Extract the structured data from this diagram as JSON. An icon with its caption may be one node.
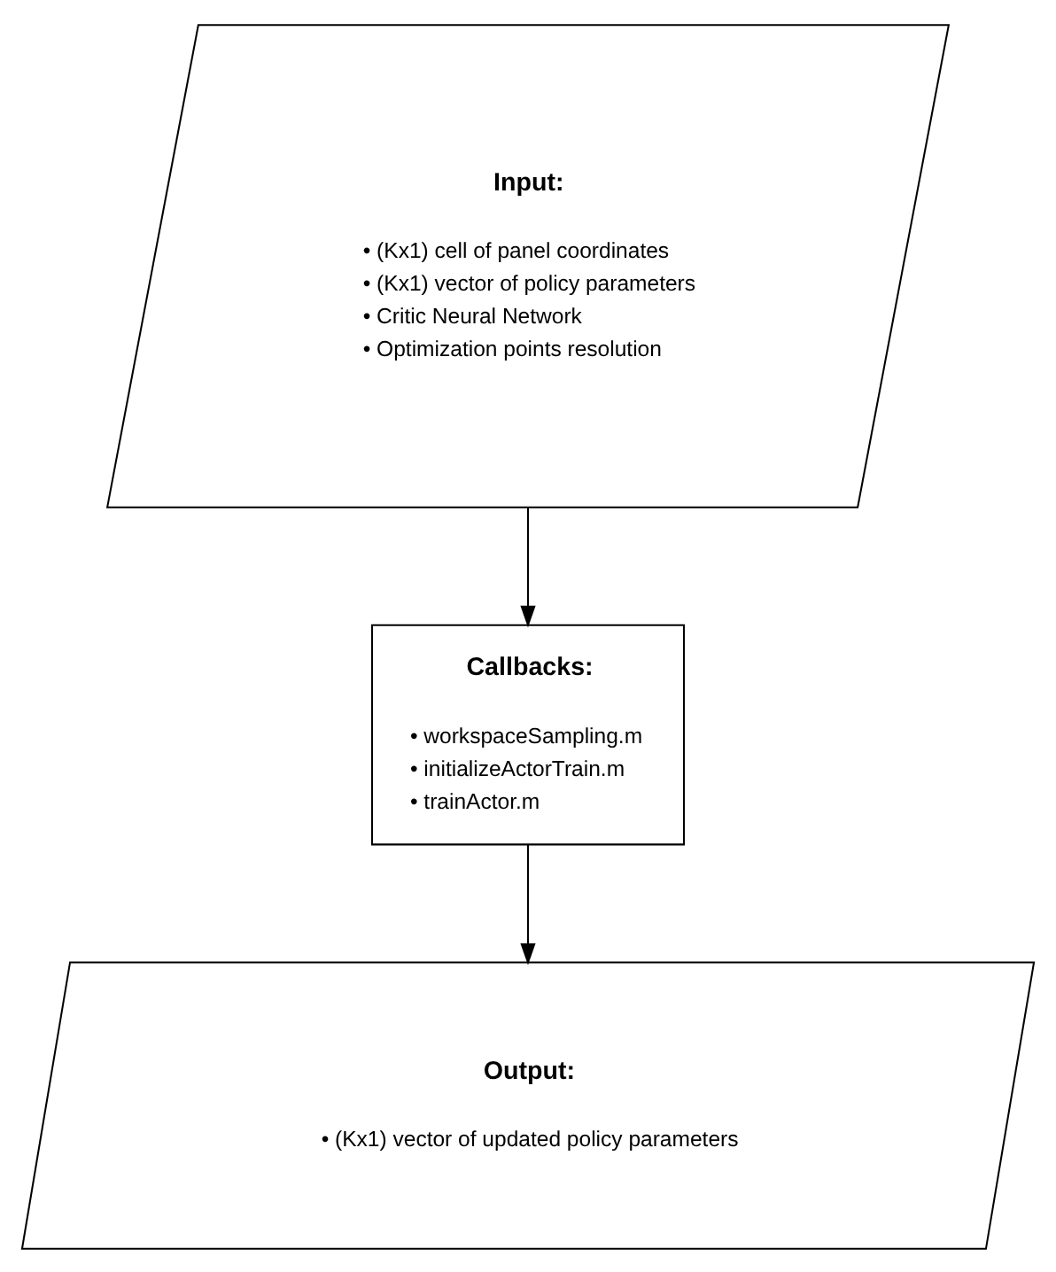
{
  "diagram": {
    "nodes": [
      {
        "text": [
          "Input:",
          "• (Kx1) cell of panel coordinates",
          "• (Kx1) vector of policy parameters",
          "• Critic Neural Network",
          "• Optimization points resolution"
        ]
      },
      {
        "text": [
          "Callbacks:",
          "• workspaceSampling.m",
          "• initializeActorTrain.m",
          "• trainActor.m"
        ]
      },
      {
        "text": [
          "Output:",
          "• (Kx1) vector of updated policy parameters"
        ]
      }
    ],
    "edges": [
      {
        "from": 0,
        "to": 1,
        "arrow": "to"
      },
      {
        "from": 1,
        "to": 2,
        "arrow": "to"
      }
    ]
  }
}
